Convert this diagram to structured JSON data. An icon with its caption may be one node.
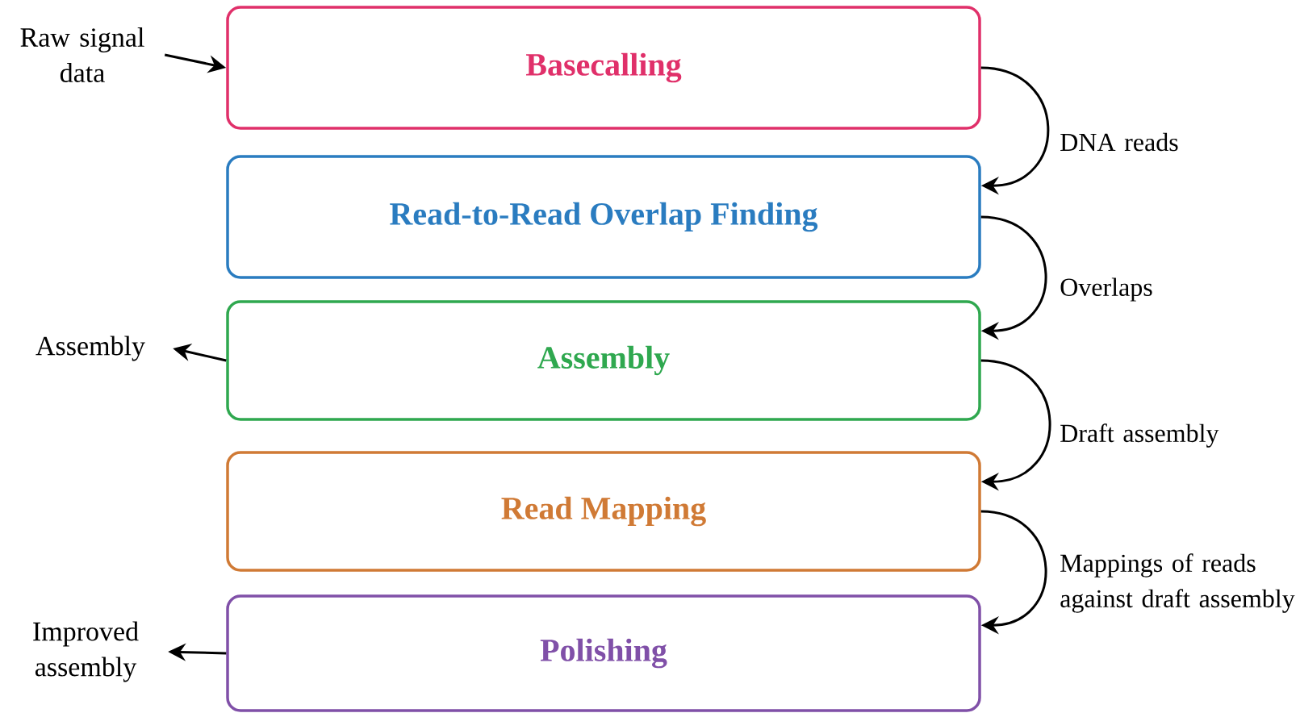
{
  "diagram": {
    "nodes": [
      {
        "text": [
          "Raw signal data"
        ]
      },
      {
        "text": [
          "Basecalling"
        ]
      },
      {
        "text": [
          "Read-to-Read Overlap Finding"
        ]
      },
      {
        "text": [
          "Assembly"
        ]
      },
      {
        "text": [
          "Read Mapping"
        ]
      },
      {
        "text": [
          "Polishing"
        ]
      },
      {
        "text": [
          "Assembly"
        ]
      },
      {
        "text": [
          "Improved assembly"
        ]
      }
    ],
    "edges": [
      {
        "from": 0,
        "to": 1,
        "arrow": "to"
      },
      {
        "from": 1,
        "to": 2,
        "arrow": "to",
        "label": "DNA reads"
      },
      {
        "from": 2,
        "to": 3,
        "arrow": "to",
        "label": "Overlaps"
      },
      {
        "from": 3,
        "to": 4,
        "arrow": "to",
        "label": "Draft assembly"
      },
      {
        "from": 4,
        "to": 5,
        "arrow": "to",
        "label": "Mappings of reads against draft assembly"
      },
      {
        "from": 3,
        "to": 6,
        "arrow": "to"
      },
      {
        "from": 5,
        "to": 7,
        "arrow": "to"
      }
    ]
  }
}
